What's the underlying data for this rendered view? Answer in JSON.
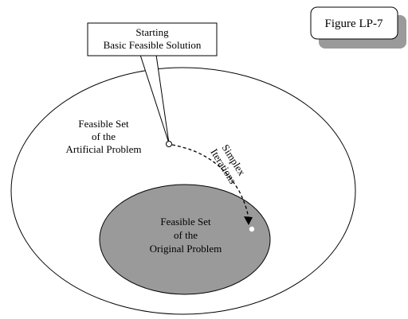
{
  "figure_label": "Figure LP-7",
  "callout": {
    "line1": "Starting",
    "line2": "Basic Feasible Solution"
  },
  "artificial_set": {
    "line1": "Feasible Set",
    "line2": "of the",
    "line3": "Artificial Problem"
  },
  "original_set": {
    "line1": "Feasible Set",
    "line2": "of the",
    "line3": "Original Problem"
  },
  "iterations": {
    "line1": "Simplex",
    "line2": "Iterations"
  },
  "colors": {
    "original_set_fill": "#9a9a9a",
    "stroke": "#000000",
    "shadow": "#9a9a9a",
    "background": "#ffffff"
  }
}
